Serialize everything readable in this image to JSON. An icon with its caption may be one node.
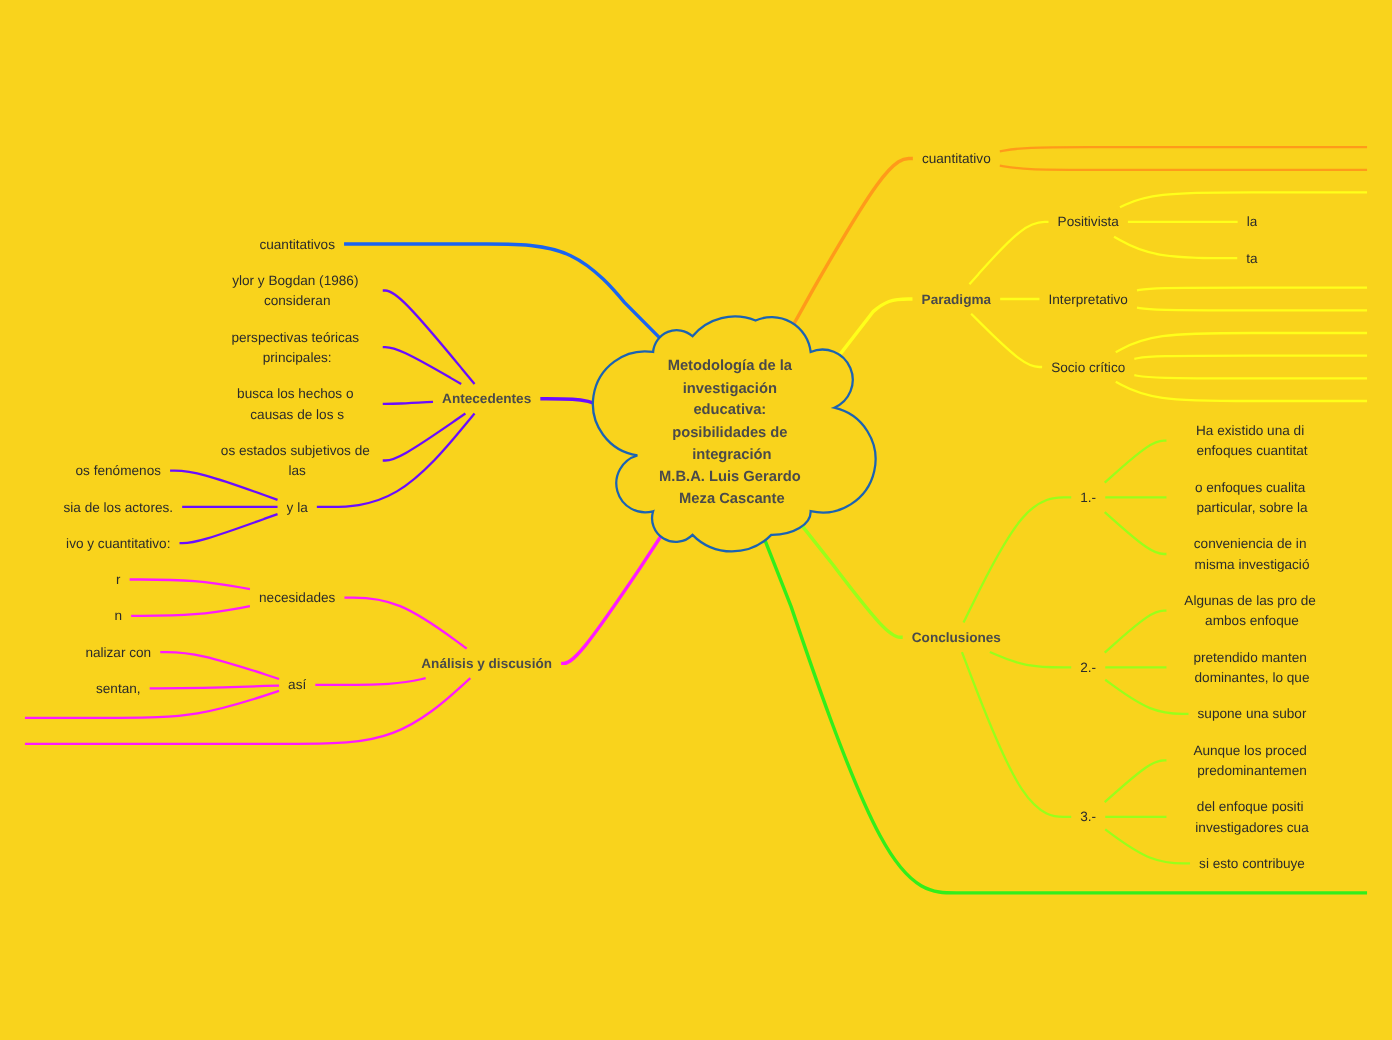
{
  "diagram": {
    "nodes": [
      {
        "text": [
          "Metodología de la investigación educativa: posibilidades de integración",
          "M.B.A. Luis Gerardo Meza Cascante"
        ]
      },
      {
        "text": [
          "cuantitativos"
        ]
      },
      {
        "text": [
          "Antecedentes"
        ]
      },
      {
        "text": [
          "ylor y Bogdan (1986) consideran"
        ]
      },
      {
        "text": [
          "perspectivas teóricas principales:"
        ]
      },
      {
        "text": [
          "busca los hechos o causas de los s"
        ]
      },
      {
        "text": [
          "os estados subjetivos de las"
        ]
      },
      {
        "text": [
          "y la"
        ]
      },
      {
        "text": [
          "os fenómenos"
        ]
      },
      {
        "text": [
          "sia de los actores."
        ]
      },
      {
        "text": [
          "ivo y cuantitativo:"
        ]
      },
      {
        "text": [
          "Análisis y discusión"
        ]
      },
      {
        "text": [
          "necesidades"
        ]
      },
      {
        "text": [
          "r"
        ]
      },
      {
        "text": [
          "n"
        ]
      },
      {
        "text": [
          "así"
        ]
      },
      {
        "text": [
          "nalizar con"
        ]
      },
      {
        "text": [
          "sentan,"
        ]
      },
      {
        "text": [
          "cuantitativo"
        ]
      },
      {
        "text": [
          "Paradigma"
        ]
      },
      {
        "text": [
          "Positivista"
        ]
      },
      {
        "text": [
          "la"
        ]
      },
      {
        "text": [
          "ta"
        ]
      },
      {
        "text": [
          "Interpretativo"
        ]
      },
      {
        "text": [
          "Socio crítico"
        ]
      },
      {
        "text": [
          "Conclusiones"
        ]
      },
      {
        "text": [
          "1.-"
        ]
      },
      {
        "text": [
          "Ha existido una di enfoques cuantitat"
        ]
      },
      {
        "text": [
          "o enfoques cualita particular, sobre la"
        ]
      },
      {
        "text": [
          "conveniencia de in misma investigació"
        ]
      },
      {
        "text": [
          "2.-"
        ]
      },
      {
        "text": [
          "Algunas de las pro de ambos enfoque"
        ]
      },
      {
        "text": [
          "pretendido manten dominantes, lo que"
        ]
      },
      {
        "text": [
          "supone una subor"
        ]
      },
      {
        "text": [
          "3.-"
        ]
      },
      {
        "text": [
          "Aunque los proced predominantemen"
        ]
      },
      {
        "text": [
          "del enfoque positi investigadores cua"
        ]
      },
      {
        "text": [
          "si esto contribuye"
        ]
      }
    ],
    "edges": [
      {
        "from": 1,
        "to": 0,
        "arrow": "none",
        "color": "#1a64f0"
      },
      {
        "from": 2,
        "to": 0,
        "arrow": "none",
        "color": "#6a0dff"
      },
      {
        "from": 3,
        "to": 2,
        "arrow": "none",
        "color": "#6a0dff"
      },
      {
        "from": 4,
        "to": 2,
        "arrow": "none",
        "color": "#6a0dff"
      },
      {
        "from": 5,
        "to": 2,
        "arrow": "none",
        "color": "#6a0dff"
      },
      {
        "from": 6,
        "to": 2,
        "arrow": "none",
        "color": "#6a0dff"
      },
      {
        "from": 7,
        "to": 2,
        "arrow": "none",
        "color": "#6a0dff"
      },
      {
        "from": 8,
        "to": 7,
        "arrow": "none",
        "color": "#6a0dff"
      },
      {
        "from": 9,
        "to": 7,
        "arrow": "none",
        "color": "#6a0dff"
      },
      {
        "from": 10,
        "to": 7,
        "arrow": "none",
        "color": "#6a0dff"
      },
      {
        "from": 11,
        "to": 0,
        "arrow": "none",
        "color": "#ff1aff"
      },
      {
        "from": 12,
        "to": 11,
        "arrow": "none",
        "color": "#ff1aff"
      },
      {
        "from": 13,
        "to": 12,
        "arrow": "none",
        "color": "#ff1aff"
      },
      {
        "from": 14,
        "to": 12,
        "arrow": "none",
        "color": "#ff1aff"
      },
      {
        "from": 15,
        "to": 11,
        "arrow": "none",
        "color": "#ff1aff"
      },
      {
        "from": 16,
        "to": 15,
        "arrow": "none",
        "color": "#ff1aff"
      },
      {
        "from": 17,
        "to": 15,
        "arrow": "none",
        "color": "#ff1aff"
      },
      {
        "from": null,
        "to": 15,
        "arrow": "none",
        "color": "#ff1aff"
      },
      {
        "from": null,
        "to": 11,
        "arrow": "none",
        "color": "#ff1aff"
      },
      {
        "from": 0,
        "to": 18,
        "arrow": "none",
        "color": "#ff9a1a"
      },
      {
        "from": 18,
        "to": null,
        "arrow": "none",
        "color": "#ff9a1a"
      },
      {
        "from": 18,
        "to": null,
        "arrow": "none",
        "color": "#ff9a1a"
      },
      {
        "from": 0,
        "to": 19,
        "arrow": "none",
        "color": "#ffff1a"
      },
      {
        "from": 19,
        "to": 20,
        "arrow": "none",
        "color": "#ffff1a"
      },
      {
        "from": 20,
        "to": null,
        "arrow": "none",
        "color": "#ffff1a"
      },
      {
        "from": 20,
        "to": 21,
        "arrow": "none",
        "color": "#ffff1a"
      },
      {
        "from": 20,
        "to": 22,
        "arrow": "none",
        "color": "#ffff1a"
      },
      {
        "from": 19,
        "to": 23,
        "arrow": "none",
        "color": "#ffff1a"
      },
      {
        "from": 23,
        "to": null,
        "arrow": "none",
        "color": "#ffff1a"
      },
      {
        "from": 23,
        "to": null,
        "arrow": "none",
        "color": "#ffff1a"
      },
      {
        "from": 19,
        "to": 24,
        "arrow": "none",
        "color": "#ffff1a"
      },
      {
        "from": 24,
        "to": null,
        "arrow": "none",
        "color": "#ffff1a"
      },
      {
        "from": 24,
        "to": null,
        "arrow": "none",
        "color": "#ffff1a"
      },
      {
        "from": 24,
        "to": null,
        "arrow": "none",
        "color": "#ffff1a"
      },
      {
        "from": 24,
        "to": null,
        "arrow": "none",
        "color": "#ffff1a"
      },
      {
        "from": 0,
        "to": 25,
        "arrow": "none",
        "color": "#99ff1a"
      },
      {
        "from": 25,
        "to": 26,
        "arrow": "none",
        "color": "#99ff1a"
      },
      {
        "from": 26,
        "to": 27,
        "arrow": "none",
        "color": "#99ff1a"
      },
      {
        "from": 26,
        "to": 28,
        "arrow": "none",
        "color": "#99ff1a"
      },
      {
        "from": 26,
        "to": 29,
        "arrow": "none",
        "color": "#99ff1a"
      },
      {
        "from": 25,
        "to": 30,
        "arrow": "none",
        "color": "#99ff1a"
      },
      {
        "from": 30,
        "to": 31,
        "arrow": "none",
        "color": "#99ff1a"
      },
      {
        "from": 30,
        "to": 32,
        "arrow": "none",
        "color": "#99ff1a"
      },
      {
        "from": 30,
        "to": 33,
        "arrow": "none",
        "color": "#99ff1a"
      },
      {
        "from": 25,
        "to": 34,
        "arrow": "none",
        "color": "#99ff1a"
      },
      {
        "from": 34,
        "to": 35,
        "arrow": "none",
        "color": "#99ff1a"
      },
      {
        "from": 34,
        "to": 36,
        "arrow": "none",
        "color": "#99ff1a"
      },
      {
        "from": 34,
        "to": 37,
        "arrow": "none",
        "color": "#99ff1a"
      },
      {
        "from": 0,
        "to": null,
        "arrow": "none",
        "color": "#33ee1a"
      }
    ]
  }
}
